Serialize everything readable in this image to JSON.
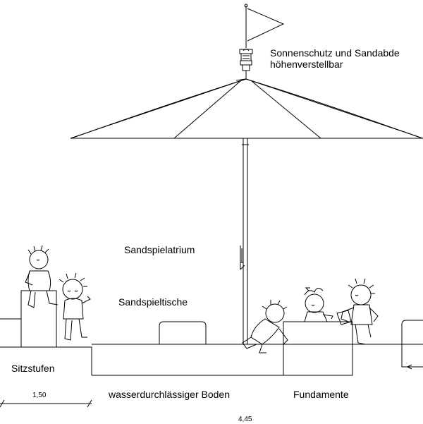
{
  "labels": {
    "sun_shade_line1": "Sonnenschutz und Sandabde",
    "sun_shade_line2": "höhenverstellbar",
    "sandspielatrium": "Sandspielatrium",
    "sandspieltische": "Sandspieltische",
    "sitzstufen": "Sitzstufen",
    "boden": "wasserdurchlässiger Boden",
    "fundamente": "Fundamente"
  },
  "dimensions": {
    "left_step_width": "1,50",
    "total_width": "4,45"
  },
  "colors": {
    "line": "#000000",
    "background": "#ffffff"
  },
  "figures": [
    {
      "name": "child-sitting-on-step-icon"
    },
    {
      "name": "child-standing-by-step-icon"
    },
    {
      "name": "child-crawling-icon"
    },
    {
      "name": "child-playing-with-sand-icon"
    },
    {
      "name": "child-climbing-icon"
    }
  ]
}
